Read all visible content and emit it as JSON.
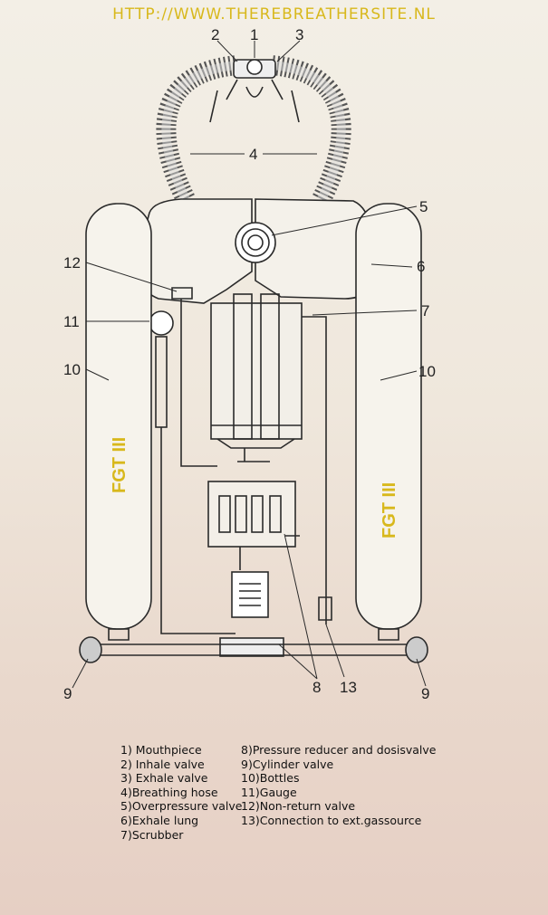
{
  "url": "HTTP://WWW.THEREBREATHERSITE.NL",
  "callouts": {
    "n1": "1",
    "n2": "2",
    "n3": "3",
    "n4": "4",
    "n5": "5",
    "n6": "6",
    "n7": "7",
    "n8": "8",
    "n9a": "9",
    "n9b": "9",
    "n10a": "10",
    "n10b": "10",
    "n11": "11",
    "n12": "12",
    "n13": "13"
  },
  "bottles": {
    "left": "FGT III",
    "right": "FGT III"
  },
  "legend_left": [
    "1) Mouthpiece",
    "2) Inhale valve",
    "3) Exhale valve",
    "4)Breathing hose",
    "5)Overpressure valve",
    "6)Exhale lung",
    "7)Scrubber"
  ],
  "legend_right": [
    "8)Pressure reducer and dosisvalve",
    "9)Cylinder valve",
    "10)Bottles",
    "11)Gauge",
    "12)Non-return valve",
    "13)Connection to ext.gassource"
  ],
  "colors": {
    "accent": "#d8b81c",
    "line": "#2a2a2a"
  }
}
